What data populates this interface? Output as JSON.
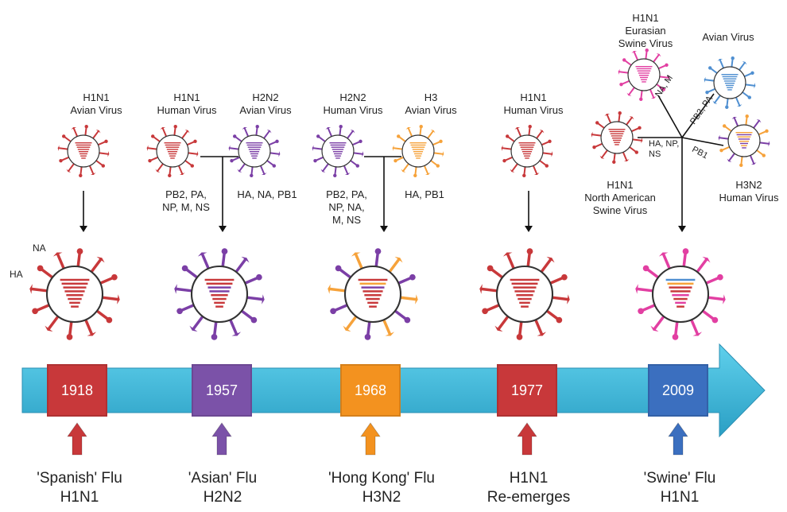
{
  "sources": {
    "s1918": {
      "line1": "H1N1",
      "line2": "Avian Virus"
    },
    "s1957a": {
      "line1": "H1N1",
      "line2": "Human Virus"
    },
    "s1957b": {
      "line1": "H2N2",
      "line2": "Avian Virus"
    },
    "s1968a": {
      "line1": "H2N2",
      "line2": "Human Virus"
    },
    "s1968b": {
      "line1": "H3",
      "line2": "Avian Virus"
    },
    "s1977": {
      "line1": "H1N1",
      "line2": "Human Virus"
    },
    "s2009eu": {
      "line1": "H1N1",
      "line2": "Eurasian",
      "line3": "Swine Virus"
    },
    "s2009av": {
      "line1": "Avian Virus"
    },
    "s2009na": {
      "line1": "H1N1",
      "line2": "North American",
      "line3": "Swine Virus"
    },
    "s2009hu": {
      "line1": "H3N2",
      "line2": "Human Virus"
    }
  },
  "genes": {
    "g1957a": {
      "line1": "PB2, PA,",
      "line2": "NP, M, NS"
    },
    "g1957b": "HA, NA, PB1",
    "g1968a": {
      "line1": "PB2, PA,",
      "line2": "NP, NA,",
      "line3": "M, NS"
    },
    "g1968b": "HA, PB1",
    "g2009_eu": "NA, M",
    "g2009_av": "PB2, PA",
    "g2009_na": {
      "line1": "HA, NP,",
      "line2": "NS"
    },
    "g2009_hu": "PB1"
  },
  "axis_labels": {
    "na": "NA",
    "ha": "HA"
  },
  "timeline": [
    {
      "year": "1918",
      "color": "#c8383a",
      "flu_line1": "'Spanish' Flu",
      "flu_line2": "H1N1"
    },
    {
      "year": "1957",
      "color": "#7b52a8",
      "flu_line1": "'Asian' Flu",
      "flu_line2": "H2N2"
    },
    {
      "year": "1968",
      "color": "#f3921f",
      "flu_line1": "'Hong Kong' Flu",
      "flu_line2": "H3N2"
    },
    {
      "year": "1977",
      "color": "#c8383a",
      "flu_line1": "H1N1",
      "flu_line2": "Re-emerges"
    },
    {
      "year": "2009",
      "color": "#3b6fbf",
      "flu_line1": "'Swine' Flu",
      "flu_line2": "H1N1"
    }
  ],
  "colors": {
    "human_red": "#c8383a",
    "avian_purple": "#7b3fa6",
    "avian_orange": "#f6a23a",
    "swine_pink": "#e23fa2",
    "avian_blue": "#4f8fd1",
    "timeline_cyan": "#3fb6d7"
  }
}
